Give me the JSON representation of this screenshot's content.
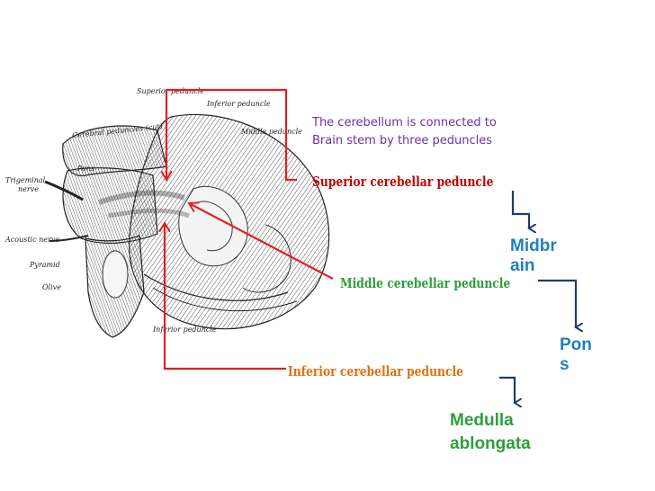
{
  "anatomy_labels": {
    "superior_peduncle": "Superior peduncle",
    "inferior_peduncle_top": "Inferior peduncle",
    "middle_peduncle": "Middle peduncle",
    "cerebral_peduncles": "Cerebral peduncles (cut)",
    "pons": "Pons",
    "trigeminal_nerve_1": "Trigeminal",
    "trigeminal_nerve_2": "nerve",
    "acoustic_nerve": "Acoustic nerve",
    "pyramid": "Pyramid",
    "olive": "Olive",
    "inferior_peduncle_bottom": "Inferior peduncle"
  },
  "intro": {
    "line1": "The cerebellum is connected to",
    "line2": "Brain stem by three peduncles"
  },
  "peduncles": {
    "superior": "Superior cerebellar peduncle",
    "middle": "Middle cerebellar peduncle",
    "inferior": "Inferior cerebellar peduncle"
  },
  "regions": {
    "midbrain": "Midbrain",
    "pons": "Pons",
    "medulla_line1": "Medulla",
    "medulla_line2": "ablongata"
  },
  "colors": {
    "intro": "#7030a0",
    "superior": "#c00000",
    "middle": "#2e9e3a",
    "inferior": "#e07010",
    "region_blue": "#1f7fbf",
    "arrow_navy": "#1f3a6e",
    "pointer_red": "#e02020"
  }
}
